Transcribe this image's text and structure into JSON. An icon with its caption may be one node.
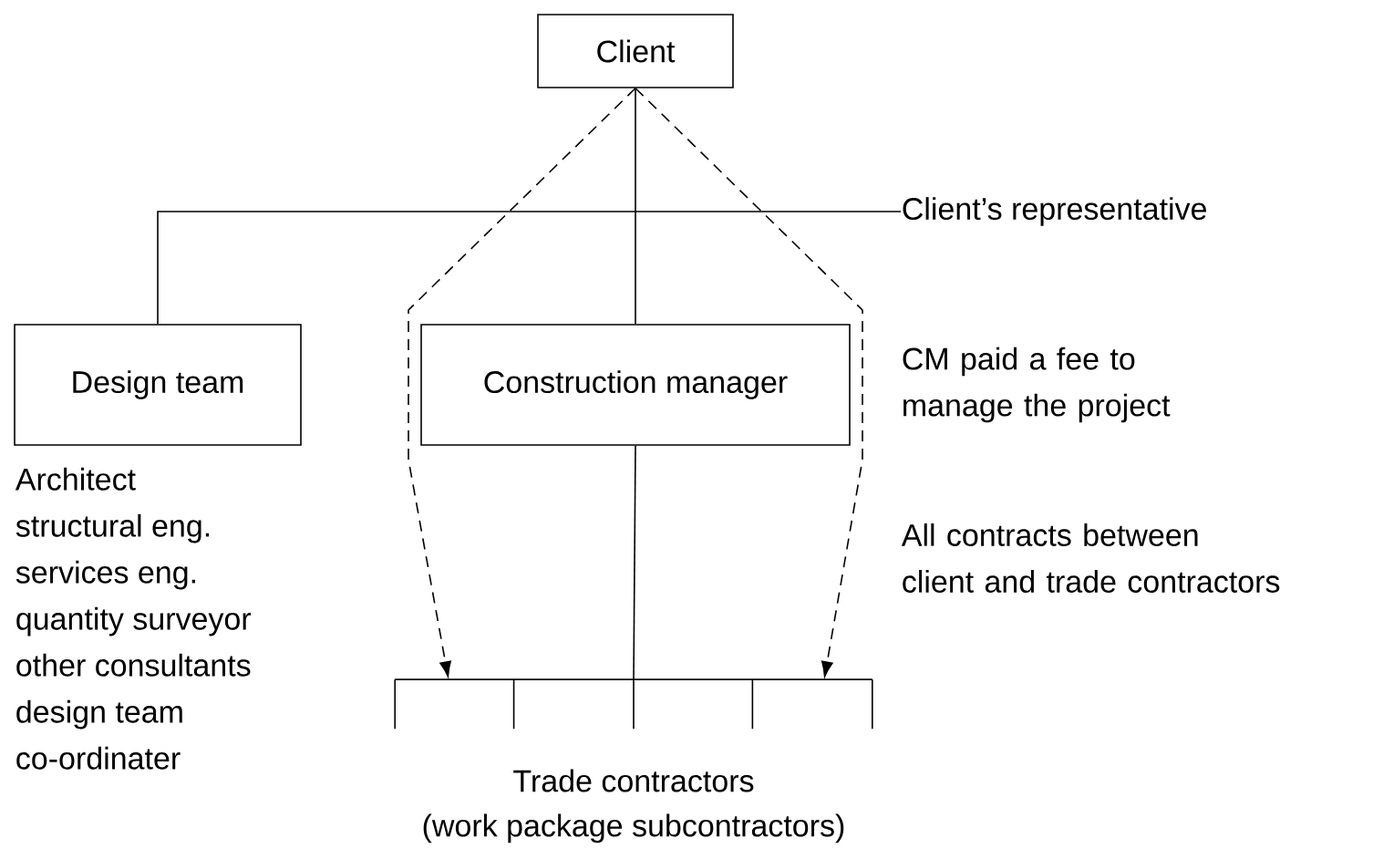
{
  "diagram": {
    "nodes": [
      {
        "text": [
          "Client"
        ]
      },
      {
        "text": [
          "Design team"
        ],
        "beside": [
          "Architect",
          "structural eng.",
          "services eng.",
          "quantity surveyor",
          "other consultants",
          "design team co-ordinater"
        ]
      },
      {
        "text": [
          "Construction manager"
        ],
        "beside": [
          "CM paid a fee to manage the project"
        ]
      },
      {
        "text": [
          "Trade contractors",
          "(work package subcontractors)"
        ]
      },
      {
        "text": [
          "Client’s representative"
        ]
      }
    ],
    "edges": [
      {
        "from": 0,
        "to": 2,
        "arrow": "none"
      },
      {
        "from": 1,
        "to": 4,
        "arrow": "none"
      },
      {
        "from": 2,
        "to": 3,
        "arrow": "none"
      },
      {
        "from": 0,
        "to": 3,
        "arrow": "to",
        "style": "dashed"
      },
      {
        "from": 0,
        "to": 3,
        "arrow": "to",
        "style": "dashed"
      }
    ],
    "labels": [
      "All contracts between client and trade contractors"
    ]
  }
}
